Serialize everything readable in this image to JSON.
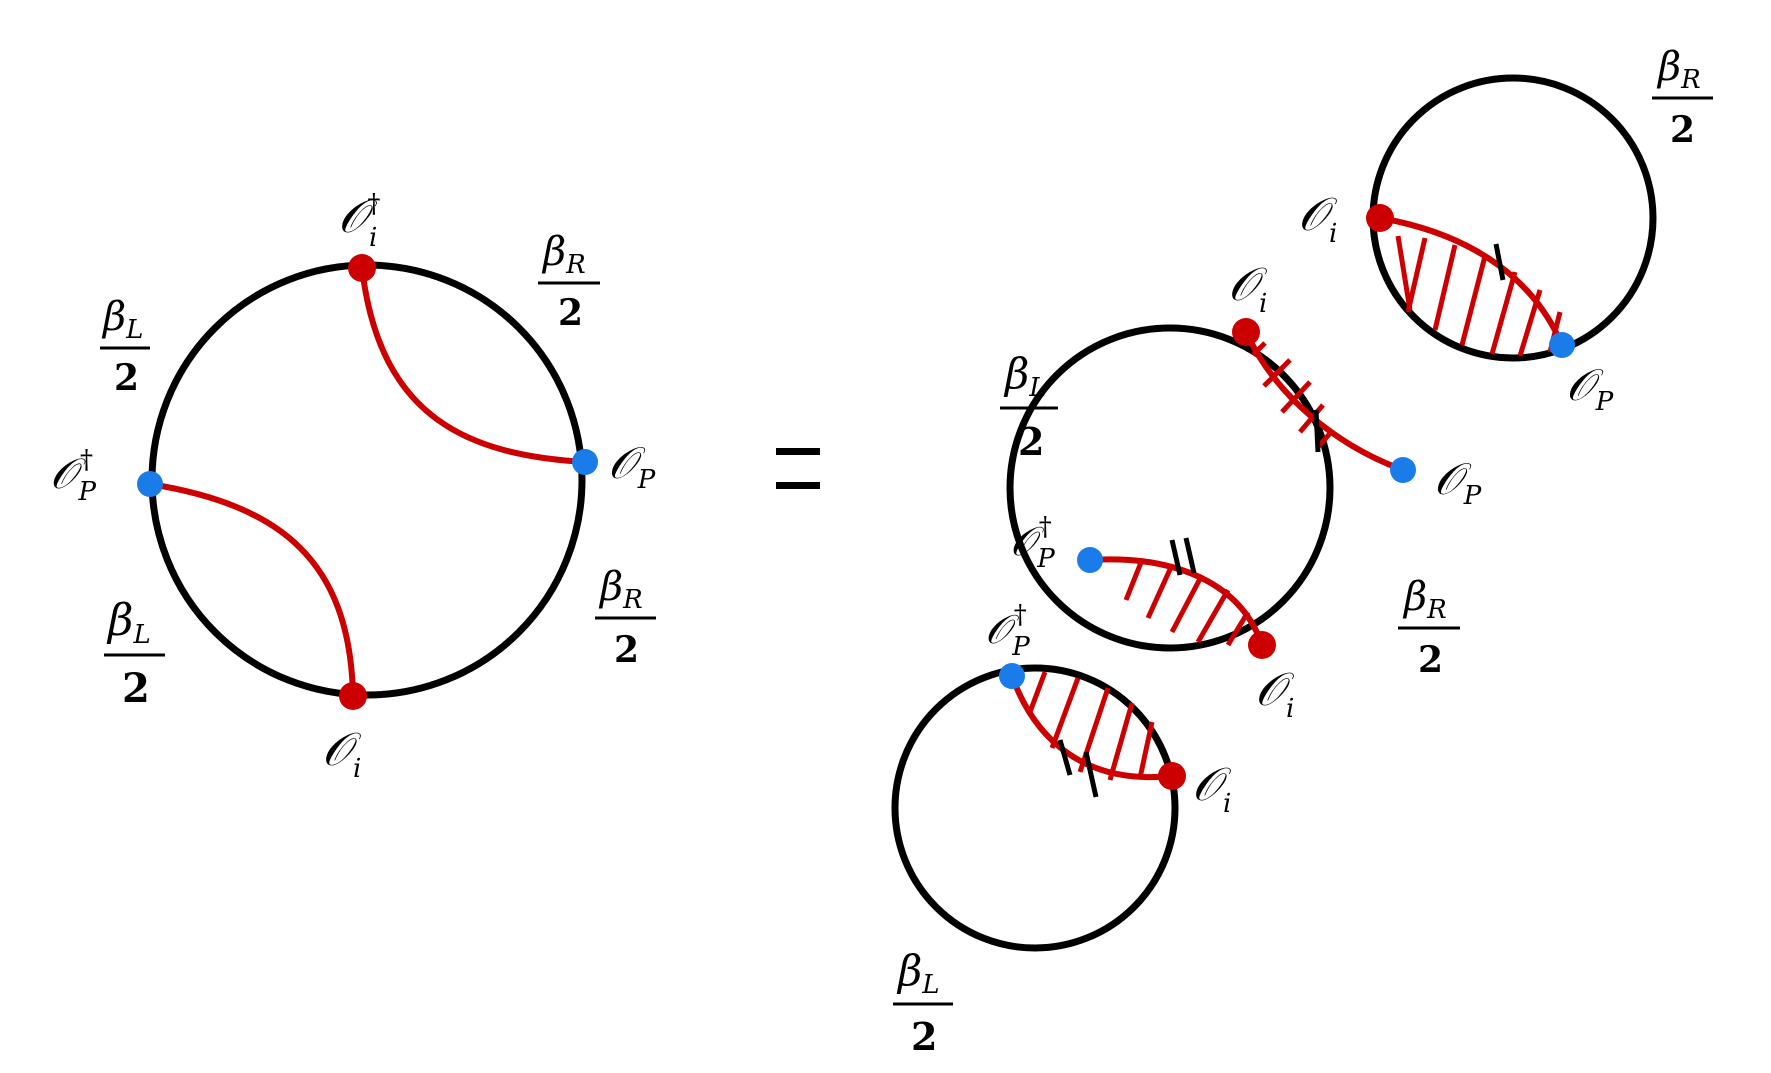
{
  "colors": {
    "circle": "#000000",
    "operator_i": "#cc0000",
    "operator_p": "#1a7ce8",
    "contraction": "#cc0000",
    "tick": "#000000"
  },
  "symbols": {
    "O_char": "𝒪",
    "dagger": "†",
    "sub_i": "i",
    "sub_P": "P",
    "beta": "β",
    "sub_L": "L",
    "sub_R": "R",
    "den_2": "2",
    "equals": "="
  },
  "left_diagram": {
    "labels": {
      "Oi_dagger_top": "𝒪i†",
      "OP_right": "𝒪P",
      "OP_dagger_left": "𝒪P†",
      "Oi_bottom": "𝒪i",
      "betaR_over_2_top": "βR/2",
      "betaL_over_2_top": "βL/2",
      "betaL_over_2_bottom": "βL/2",
      "betaR_over_2_bottom": "βR/2"
    }
  },
  "right_diagram": {
    "top_circle": {
      "labels": [
        "βR/2",
        "𝒪i",
        "𝒪P"
      ]
    },
    "middle_circle": {
      "labels": [
        "βL/2",
        "𝒪i",
        "𝒪P",
        "𝒪P†",
        "𝒪i",
        "βR/2"
      ]
    },
    "bottom_circle": {
      "labels": [
        "𝒪P†",
        "𝒪i",
        "βL/2"
      ]
    }
  }
}
